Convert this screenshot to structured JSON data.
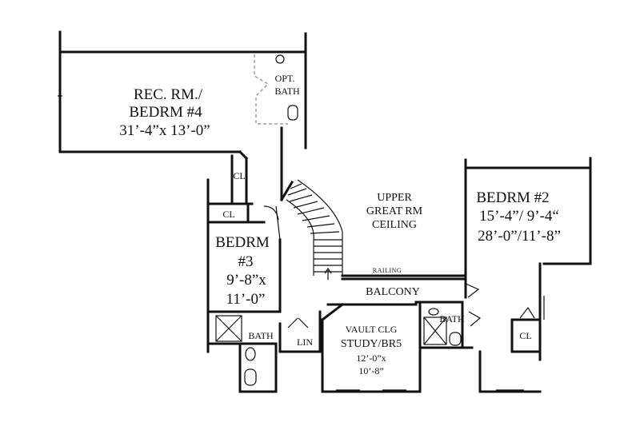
{
  "rooms": {
    "rec_room": {
      "line1": "REC. RM./",
      "line2": "BEDRM  #4",
      "size": "31’-4”x 13’-0”"
    },
    "opt_bath": {
      "line1": "OPT.",
      "line2": "BATH"
    },
    "closet_upper": "CL",
    "closet_lower": "CL",
    "great_room": {
      "line1": "UPPER",
      "line2": "GREAT RM",
      "line3": "CEILING"
    },
    "bedroom2": {
      "line1": "BEDRM #2",
      "line2": "15’-4”/ 9’-4“",
      "line3": "28’-0”/11’-8”"
    },
    "bedroom3": {
      "line1": "BEDRM",
      "line2": "#3",
      "line3": "9’-8”x",
      "line4": "11’-0”"
    },
    "railing": "RAILING",
    "balcony": "BALCONY",
    "bath_left": "BATH",
    "linen": "LIN",
    "study": {
      "line1": "VAULT CLG",
      "line2": "STUDY/BR5",
      "line3": "12’-0”x",
      "line4": "10’-8”"
    },
    "bath_right": "BATH",
    "closet_right": "CL"
  },
  "colors": {
    "walls": "#111111",
    "background": "#ffffff",
    "optional": "#888888"
  }
}
